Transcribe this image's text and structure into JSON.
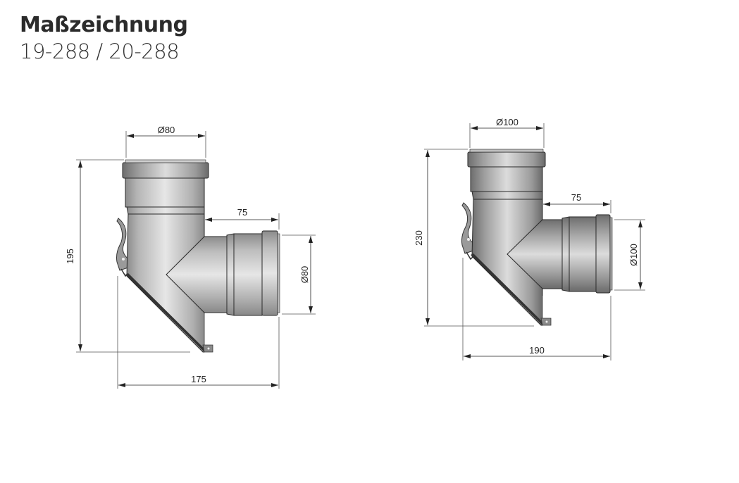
{
  "header": {
    "title": "Maßzeichnung",
    "subtitle": "19-288 / 20-288"
  },
  "drawings": [
    {
      "name": "19-288",
      "dimensions": {
        "top_diameter": "Ø80",
        "branch_offset": "75",
        "branch_diameter": "Ø80",
        "height": "195",
        "width": "175"
      }
    },
    {
      "name": "20-288",
      "dimensions": {
        "top_diameter": "Ø100",
        "branch_offset": "75",
        "branch_diameter": "Ø100",
        "height": "230",
        "width": "190"
      }
    }
  ],
  "colors": {
    "pipe_light": "#e4e4e4",
    "pipe_dark": "#8a8a8a",
    "outline": "#2a2a2a",
    "dim_line": "#555555"
  }
}
